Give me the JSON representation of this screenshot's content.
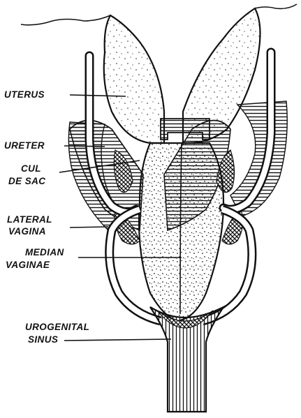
{
  "figure": {
    "labels": {
      "uterus": "UTERUS",
      "ureter": "URETER",
      "cul": "CUL",
      "de_sac": "DE SAC",
      "lateral": "LATERAL",
      "vagina": "VAGINA",
      "median": "MEDIAN",
      "vaginae": "VAGINAE",
      "urogenital": "UROGENITAL",
      "sinus": "SINUS"
    }
  }
}
